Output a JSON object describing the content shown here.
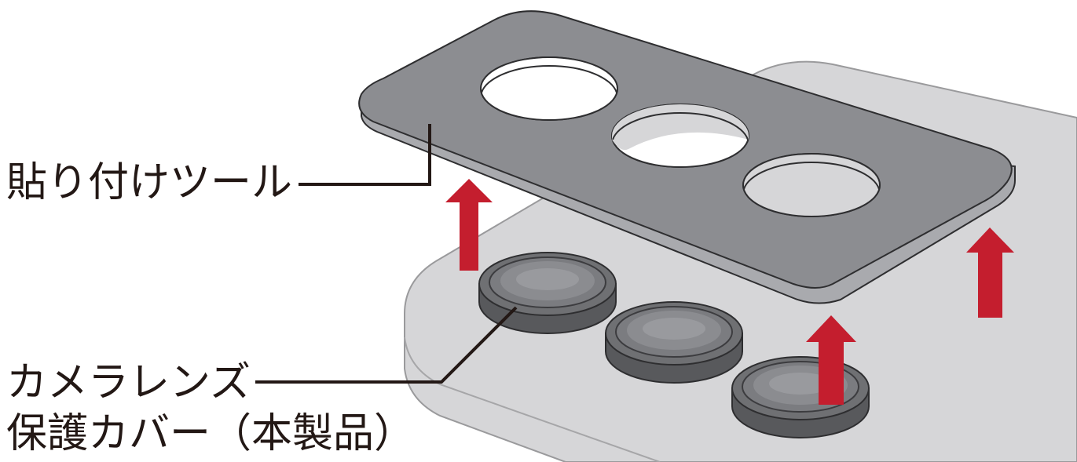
{
  "labels": {
    "tool": "貼り付けツール",
    "cover_line1": "カメラレンズ",
    "cover_line2": "保護カバー（本製品）"
  },
  "colors": {
    "phone_body": "#d6d6d8",
    "phone_outline": "#9a9a9c",
    "tool_top": "#8c8d91",
    "tool_edge": "#a9aaae",
    "tool_outline": "#2e2e30",
    "lens_ring_outer": "#6f7073",
    "lens_ring_side": "#58595c",
    "lens_glass": "#8b8c90",
    "lens_highlight": "#a3a4a8",
    "arrow": "#c41e2e",
    "leader_line": "#231815"
  },
  "icons": {
    "arrows": "up-arrow-icon"
  }
}
